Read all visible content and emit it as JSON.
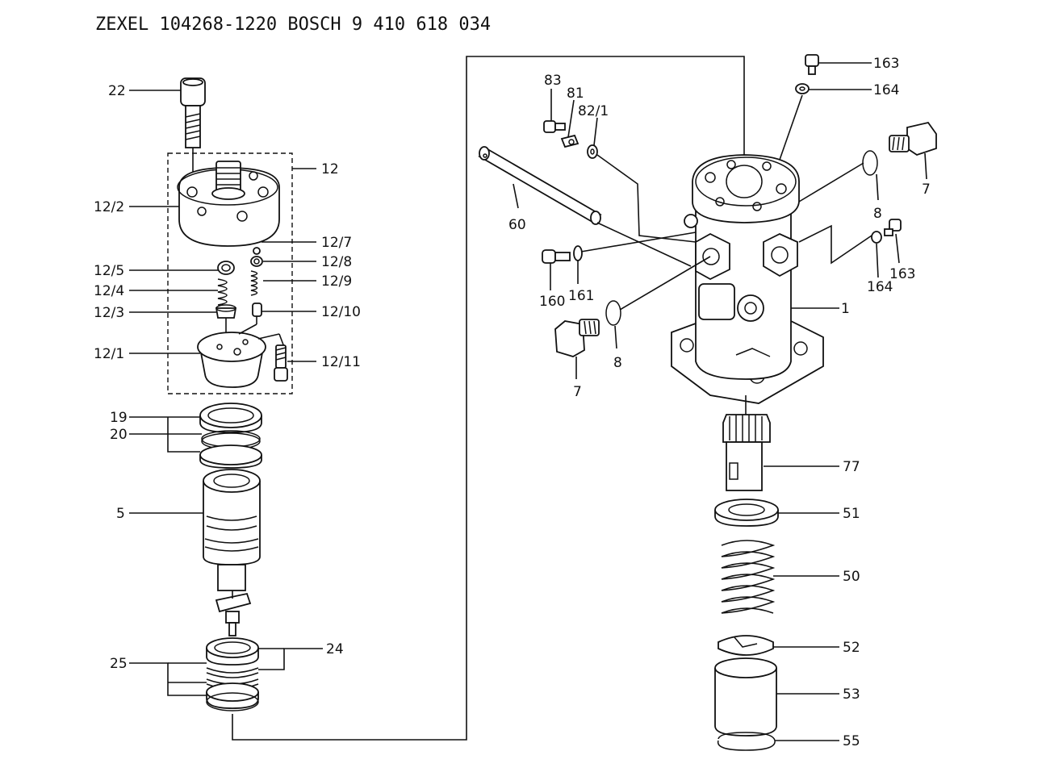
{
  "header": {
    "title": "ZEXEL  104268-1220  BOSCH  9 410 618 034"
  },
  "callouts": {
    "c22": "22",
    "c12": "12",
    "c12_2": "12/2",
    "c12_7": "12/7",
    "c12_5": "12/5",
    "c12_8": "12/8",
    "c12_4": "12/4",
    "c12_9": "12/9",
    "c12_3": "12/3",
    "c12_10": "12/10",
    "c12_1": "12/1",
    "c12_11": "12/11",
    "c19": "19",
    "c20": "20",
    "c5": "5",
    "c24": "24",
    "c25": "25",
    "c83": "83",
    "c81": "81",
    "c82_1": "82/1",
    "c60": "60",
    "c160": "160",
    "c161": "161",
    "c8a": "8",
    "c7a": "7",
    "c163a": "163",
    "c164a": "164",
    "c7b": "7",
    "c8b": "8",
    "c164b": "164",
    "c163b": "163",
    "c1": "1",
    "c77": "77",
    "c51": "51",
    "c50": "50",
    "c52": "52",
    "c53": "53",
    "c55": "55"
  }
}
